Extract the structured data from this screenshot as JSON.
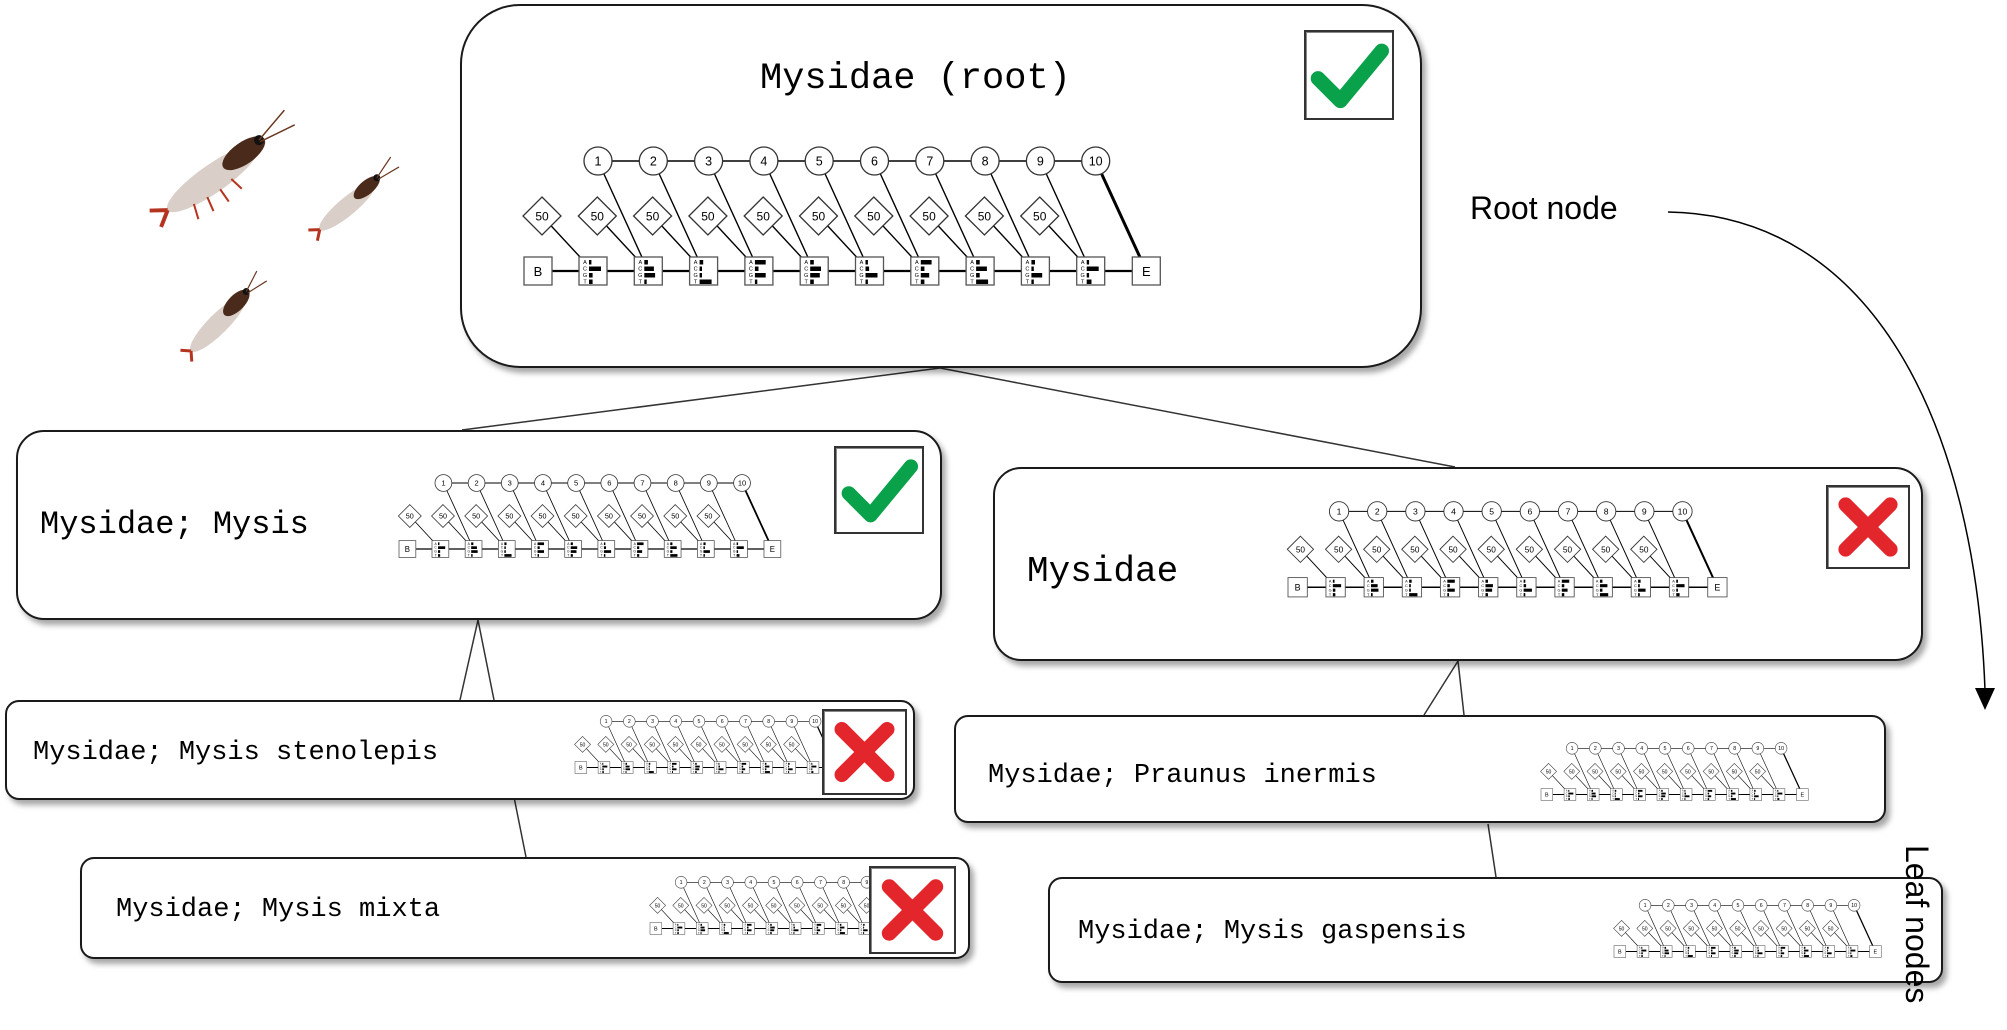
{
  "root": {
    "label": "Mysidae (root)",
    "status": "check"
  },
  "level1": [
    {
      "label": "Mysidae; Mysis",
      "status": "check"
    },
    {
      "label": "Mysidae",
      "status": "cross"
    }
  ],
  "leaves": [
    {
      "label": "Mysidae; Mysis stenolepis",
      "status": "cross"
    },
    {
      "label": "Mysidae; Mysis mixta",
      "status": "cross"
    },
    {
      "label": "Mysidae; Praunus inermis",
      "status": "none"
    },
    {
      "label": "Mysidae; Mysis gaspensis",
      "status": "none"
    }
  ],
  "hmm": {
    "match_states": [
      "1",
      "2",
      "3",
      "4",
      "5",
      "6",
      "7",
      "8",
      "9",
      "10"
    ],
    "insert_value": "50",
    "begin_label": "B",
    "end_label": "E",
    "emission_letters": "ACGT"
  },
  "annotations": {
    "root_node": "Root node",
    "leaf_nodes": "Leaf nodes"
  },
  "colors": {
    "check": "#0aa14b",
    "cross": "#e2262b",
    "line": "#000000"
  }
}
